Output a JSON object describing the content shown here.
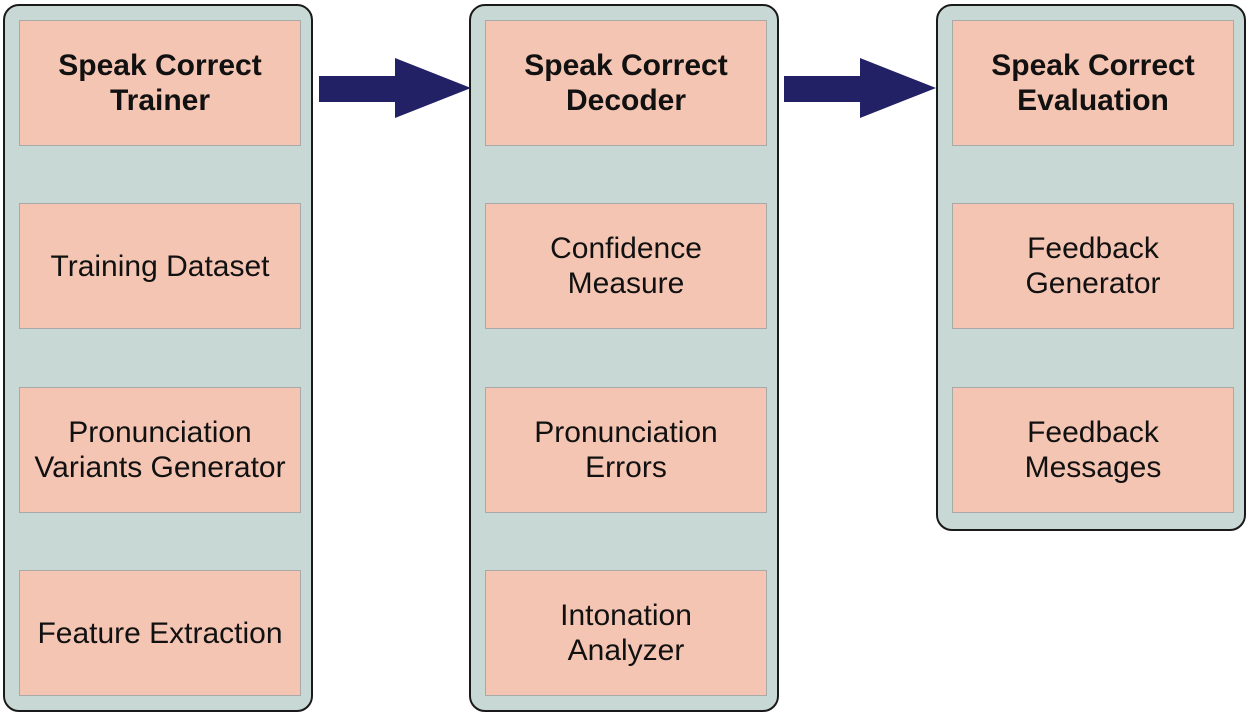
{
  "colors": {
    "panel": "#c8d9d5",
    "box": "#f5c5b3",
    "arrow": "#232166"
  },
  "columns": [
    {
      "title": "Speak Correct\nTrainer",
      "items": [
        "Training Dataset",
        "Pronunciation\nVariants Generator",
        "Feature Extraction"
      ]
    },
    {
      "title": "Speak Correct\nDecoder",
      "items": [
        "Confidence\nMeasure",
        "Pronunciation\nErrors",
        "Intonation\nAnalyzer"
      ]
    },
    {
      "title": "Speak Correct\nEvaluation",
      "items": [
        "Feedback\nGenerator",
        "Feedback\nMessages"
      ]
    }
  ]
}
